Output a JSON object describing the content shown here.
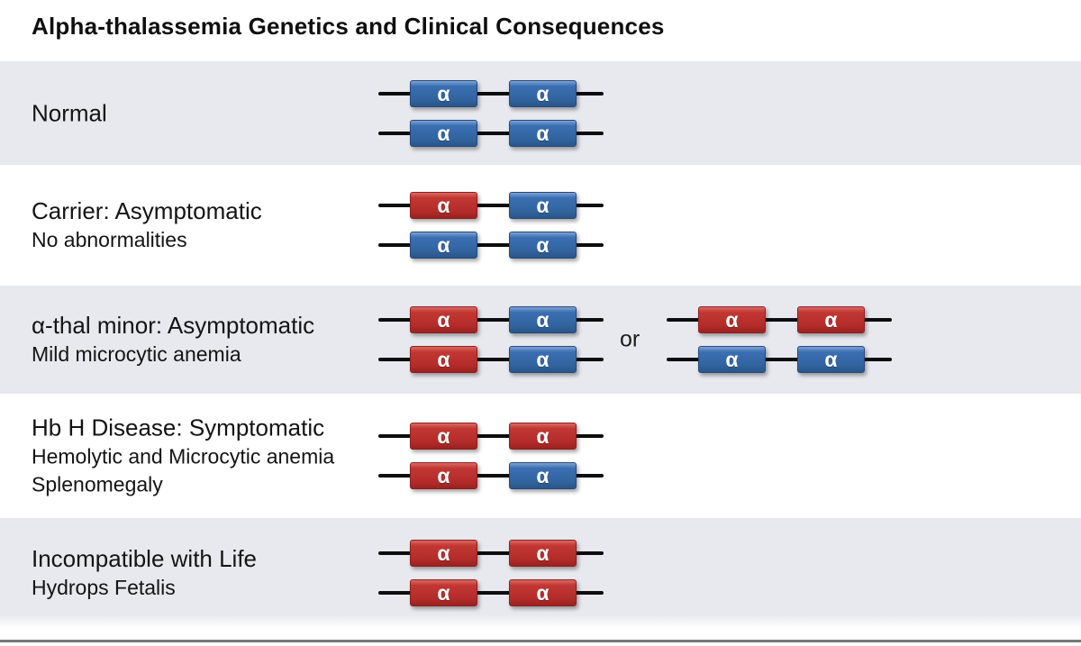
{
  "title": "Alpha-thalassemia Genetics and Clinical Consequences",
  "glyphs": {
    "alpha": "α"
  },
  "or_label": "or",
  "colors": {
    "normal_gene_blue": "#31649f",
    "deleted_gene_red": "#b42c2a",
    "band_gray": "#e8e9ef",
    "chromosome_line": "#0d0d0d",
    "bottom_rule": "#777777"
  },
  "rows": [
    {
      "label": "Normal",
      "sublabels": [],
      "genotypes": [
        {
          "chromosomes": [
            {
              "genes": [
                "blue",
                "blue"
              ]
            },
            {
              "genes": [
                "blue",
                "blue"
              ]
            }
          ]
        }
      ]
    },
    {
      "label": "Carrier: Asymptomatic",
      "sublabels": [
        "No abnormalities"
      ],
      "genotypes": [
        {
          "chromosomes": [
            {
              "genes": [
                "red",
                "blue"
              ]
            },
            {
              "genes": [
                "blue",
                "blue"
              ]
            }
          ]
        }
      ]
    },
    {
      "label": "α-thal minor: Asymptomatic",
      "sublabels": [
        "Mild microcytic anemia"
      ],
      "genotypes": [
        {
          "chromosomes": [
            {
              "genes": [
                "red",
                "blue"
              ]
            },
            {
              "genes": [
                "red",
                "blue"
              ]
            }
          ]
        },
        {
          "chromosomes": [
            {
              "genes": [
                "red",
                "red"
              ]
            },
            {
              "genes": [
                "blue",
                "blue"
              ]
            }
          ]
        }
      ]
    },
    {
      "label": "Hb H Disease: Symptomatic",
      "sublabels": [
        "Hemolytic and Microcytic anemia",
        "Splenomegaly"
      ],
      "genotypes": [
        {
          "chromosomes": [
            {
              "genes": [
                "red",
                "red"
              ]
            },
            {
              "genes": [
                "red",
                "blue"
              ]
            }
          ]
        }
      ]
    },
    {
      "label": "Incompatible with Life",
      "sublabels": [
        "Hydrops Fetalis"
      ],
      "genotypes": [
        {
          "chromosomes": [
            {
              "genes": [
                "red",
                "red"
              ]
            },
            {
              "genes": [
                "red",
                "red"
              ]
            }
          ]
        }
      ]
    }
  ]
}
